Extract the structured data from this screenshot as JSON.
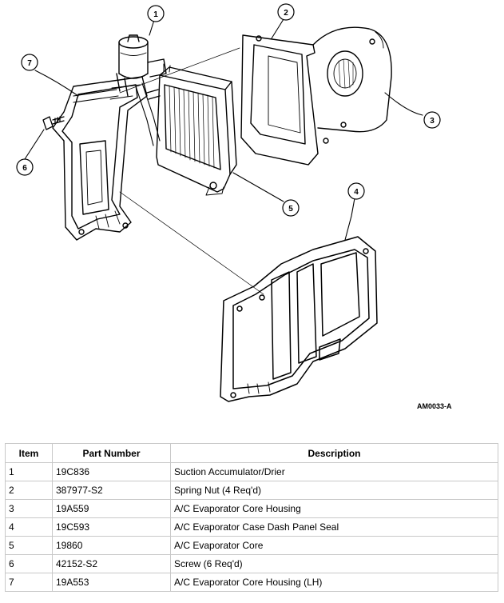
{
  "figure": {
    "figure_id": "AM0033-A",
    "callouts": [
      "1",
      "2",
      "3",
      "4",
      "5",
      "6",
      "7"
    ]
  },
  "table": {
    "headers": [
      "Item",
      "Part Number",
      "Description"
    ],
    "rows": [
      [
        "1",
        "19C836",
        "Suction Accumulator/Drier"
      ],
      [
        "2",
        "387977-S2",
        "Spring Nut (4 Req'd)"
      ],
      [
        "3",
        "19A559",
        "A/C Evaporator Core Housing"
      ],
      [
        "4",
        "19C593",
        "A/C Evaporator Case Dash Panel Seal"
      ],
      [
        "5",
        "19860",
        "A/C Evaporator Core"
      ],
      [
        "6",
        "42152-S2",
        "Screw (6 Req'd)"
      ],
      [
        "7",
        "19A553",
        "A/C Evaporator Core Housing (LH)"
      ]
    ]
  }
}
